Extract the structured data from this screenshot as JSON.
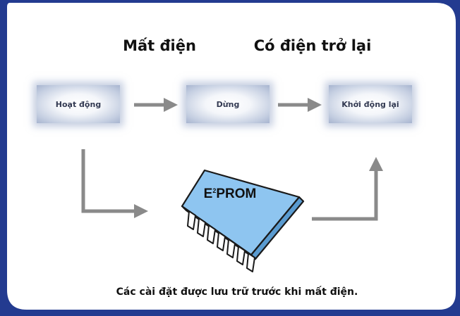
{
  "headings": {
    "power_loss": "Mất điện",
    "power_restored": "Có điện trở lại"
  },
  "states": {
    "running": "Hoạt động",
    "stopped": "Dừng",
    "restart": "Khởi động lại"
  },
  "chip": {
    "label": "PROM",
    "prefix": "E",
    "superscript": "2"
  },
  "caption": "Các cài đặt được lưu trữ trước khi mất điện.",
  "colors": {
    "background": "#233b90",
    "panel": "#ffffff",
    "arrow": "#8a8a8a",
    "chip": "#8ec5f0"
  }
}
